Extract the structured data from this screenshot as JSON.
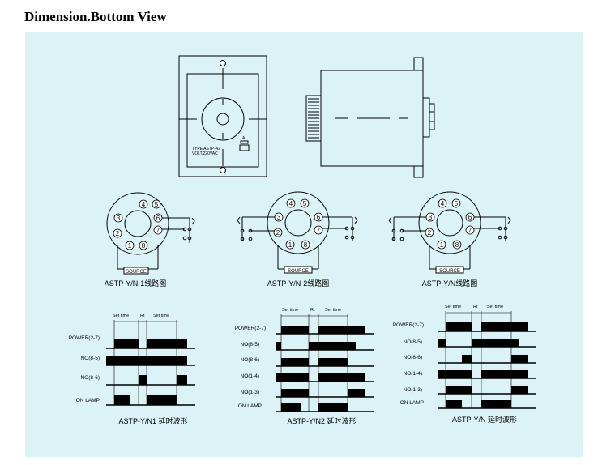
{
  "heading": "Dimension.Bottom View",
  "front_view": {
    "type_line": "TYPE ASTP-A2",
    "volt_line": "VOLT.220VAC",
    "knob_mark": "A"
  },
  "wiring": {
    "source_label": "SOURCE",
    "pin_numbers": [
      "1",
      "2",
      "3",
      "4",
      "5",
      "6",
      "7",
      "8"
    ],
    "captions": [
      "ASTP-Y/N-1线路图",
      "ASTP-Y/N-2线路图",
      "ASTP-Y/N线路图"
    ]
  },
  "timing": {
    "set_time": "Set time",
    "rt": "Rt",
    "diagrams": [
      {
        "caption": "ASTP-Y/N1 延时波形",
        "rows": [
          "POWER(2-7)",
          "NO(8-5)",
          "NO(8-6)",
          "ON LAMP"
        ]
      },
      {
        "caption": "ASTP-Y/N2 延时波形",
        "rows": [
          "POWER(2-7)",
          "NO(8-5)",
          "NO(8-6)",
          "NO(1-4)",
          "NO(1-3)",
          "ON LAMP"
        ]
      },
      {
        "caption": "ASTP-Y/N 延时波形",
        "rows": [
          "POWER(2-7)",
          "NO(8-5)",
          "NO(8-6)",
          "NO(1-4)",
          "NO(1-3)",
          "ON LAMP"
        ]
      }
    ]
  }
}
